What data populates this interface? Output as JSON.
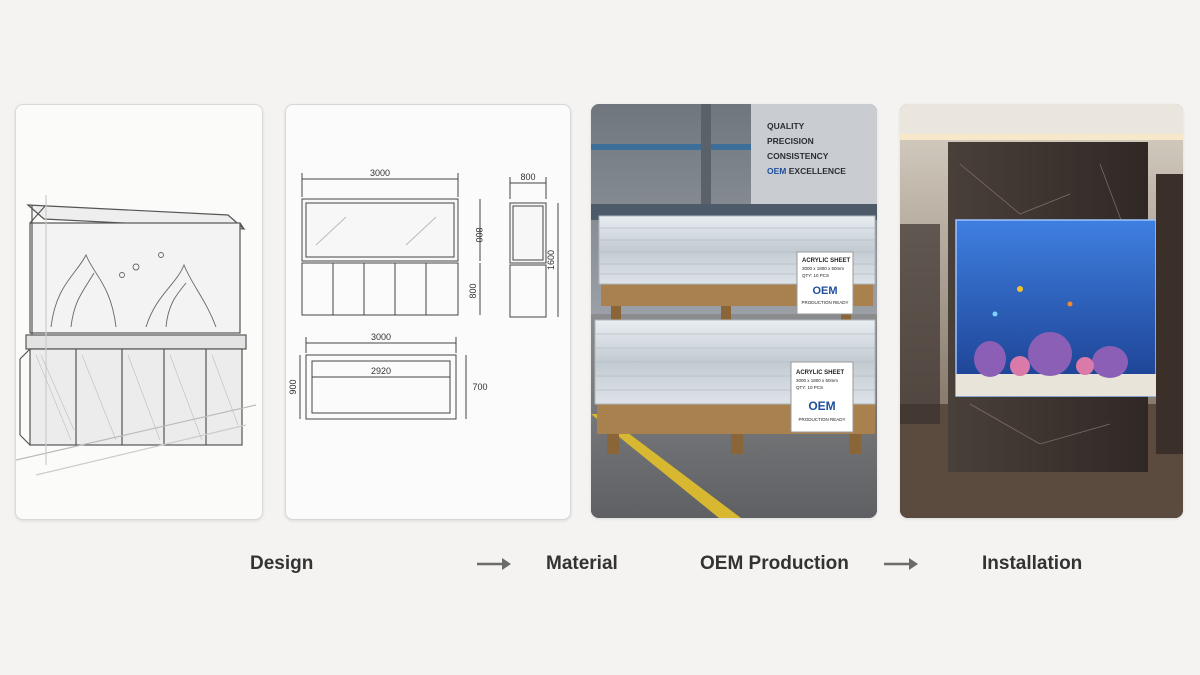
{
  "steps": {
    "design": "Design",
    "material": "Material",
    "oem": "OEM Production",
    "installation": "Installation"
  },
  "drawing": {
    "front_width": "3000",
    "side_depth": "800",
    "tank_height": "800",
    "cabinet_height": "800",
    "total_height": "1600",
    "top_width": "3000",
    "inner_width": "2920",
    "top_depth_left": "900",
    "top_depth_right": "700"
  },
  "factory": {
    "wall_lines": [
      "QUALITY",
      "PRECISION",
      "CONSISTENCY"
    ],
    "wall_brand": "OEM",
    "wall_brand_suffix": " EXCELLENCE",
    "label_top": {
      "title": "ACRYLIC SHEET",
      "dims": "3000 x 1800 x 50mm",
      "qty": "QTY: 10 PCS",
      "brand": "OEM",
      "status": "PRODUCTION READY"
    },
    "label_bottom": {
      "title": "ACRYLIC SHEET",
      "dims": "3000 x 1800 x 50mm",
      "qty": "QTY: 10 PCS",
      "brand": "OEM",
      "status": "PRODUCTION READY"
    }
  },
  "colors": {
    "background": "#f4f3f1",
    "label_text": "#333333",
    "arrow": "#6b6b6b",
    "brand_blue": "#1f4e9c",
    "floor_stripe": "#d8b830"
  }
}
